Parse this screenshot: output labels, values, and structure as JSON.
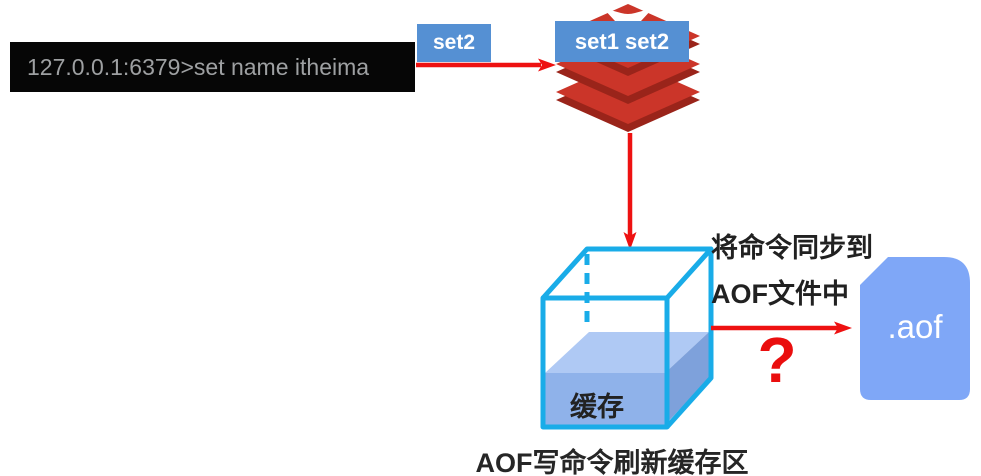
{
  "diagram": {
    "title": "AOF写命令刷新缓存区",
    "terminal": {
      "prompt_command": "127.0.0.1:6379>set name itheima"
    },
    "command_tag": {
      "label": "set2"
    },
    "server_tag": {
      "label": "set1 set2"
    },
    "buffer_cube": {
      "label": "缓存"
    },
    "sync_note": {
      "line1": "将命令同步到",
      "line2": "AOF文件中"
    },
    "question": {
      "label": "?"
    },
    "aof_file": {
      "label": ".aof"
    },
    "icons": {
      "redis_logo": "redis-stacked-diamonds-icon",
      "buffer_cube": "3d-cache-cube-icon",
      "aof_file": "document-file-icon",
      "arrows": "red-flow-arrow-icon"
    },
    "colors": {
      "arrow_red": "#ee1111",
      "redis_red": "#cb3529",
      "redis_dark_red": "#9a241a",
      "tag_blue": "#5590d3",
      "cube_cyan": "#19ace8",
      "liquid_front": "#8fb2ea",
      "liquid_top": "#afc9f4",
      "liquid_side": "#7ea1db",
      "file_blue": "#7fa7f7",
      "terminal_bg": "#060606",
      "terminal_text": "#9ea0a2",
      "text_dark": "#212121",
      "question_red": "#ea0e0e"
    }
  }
}
